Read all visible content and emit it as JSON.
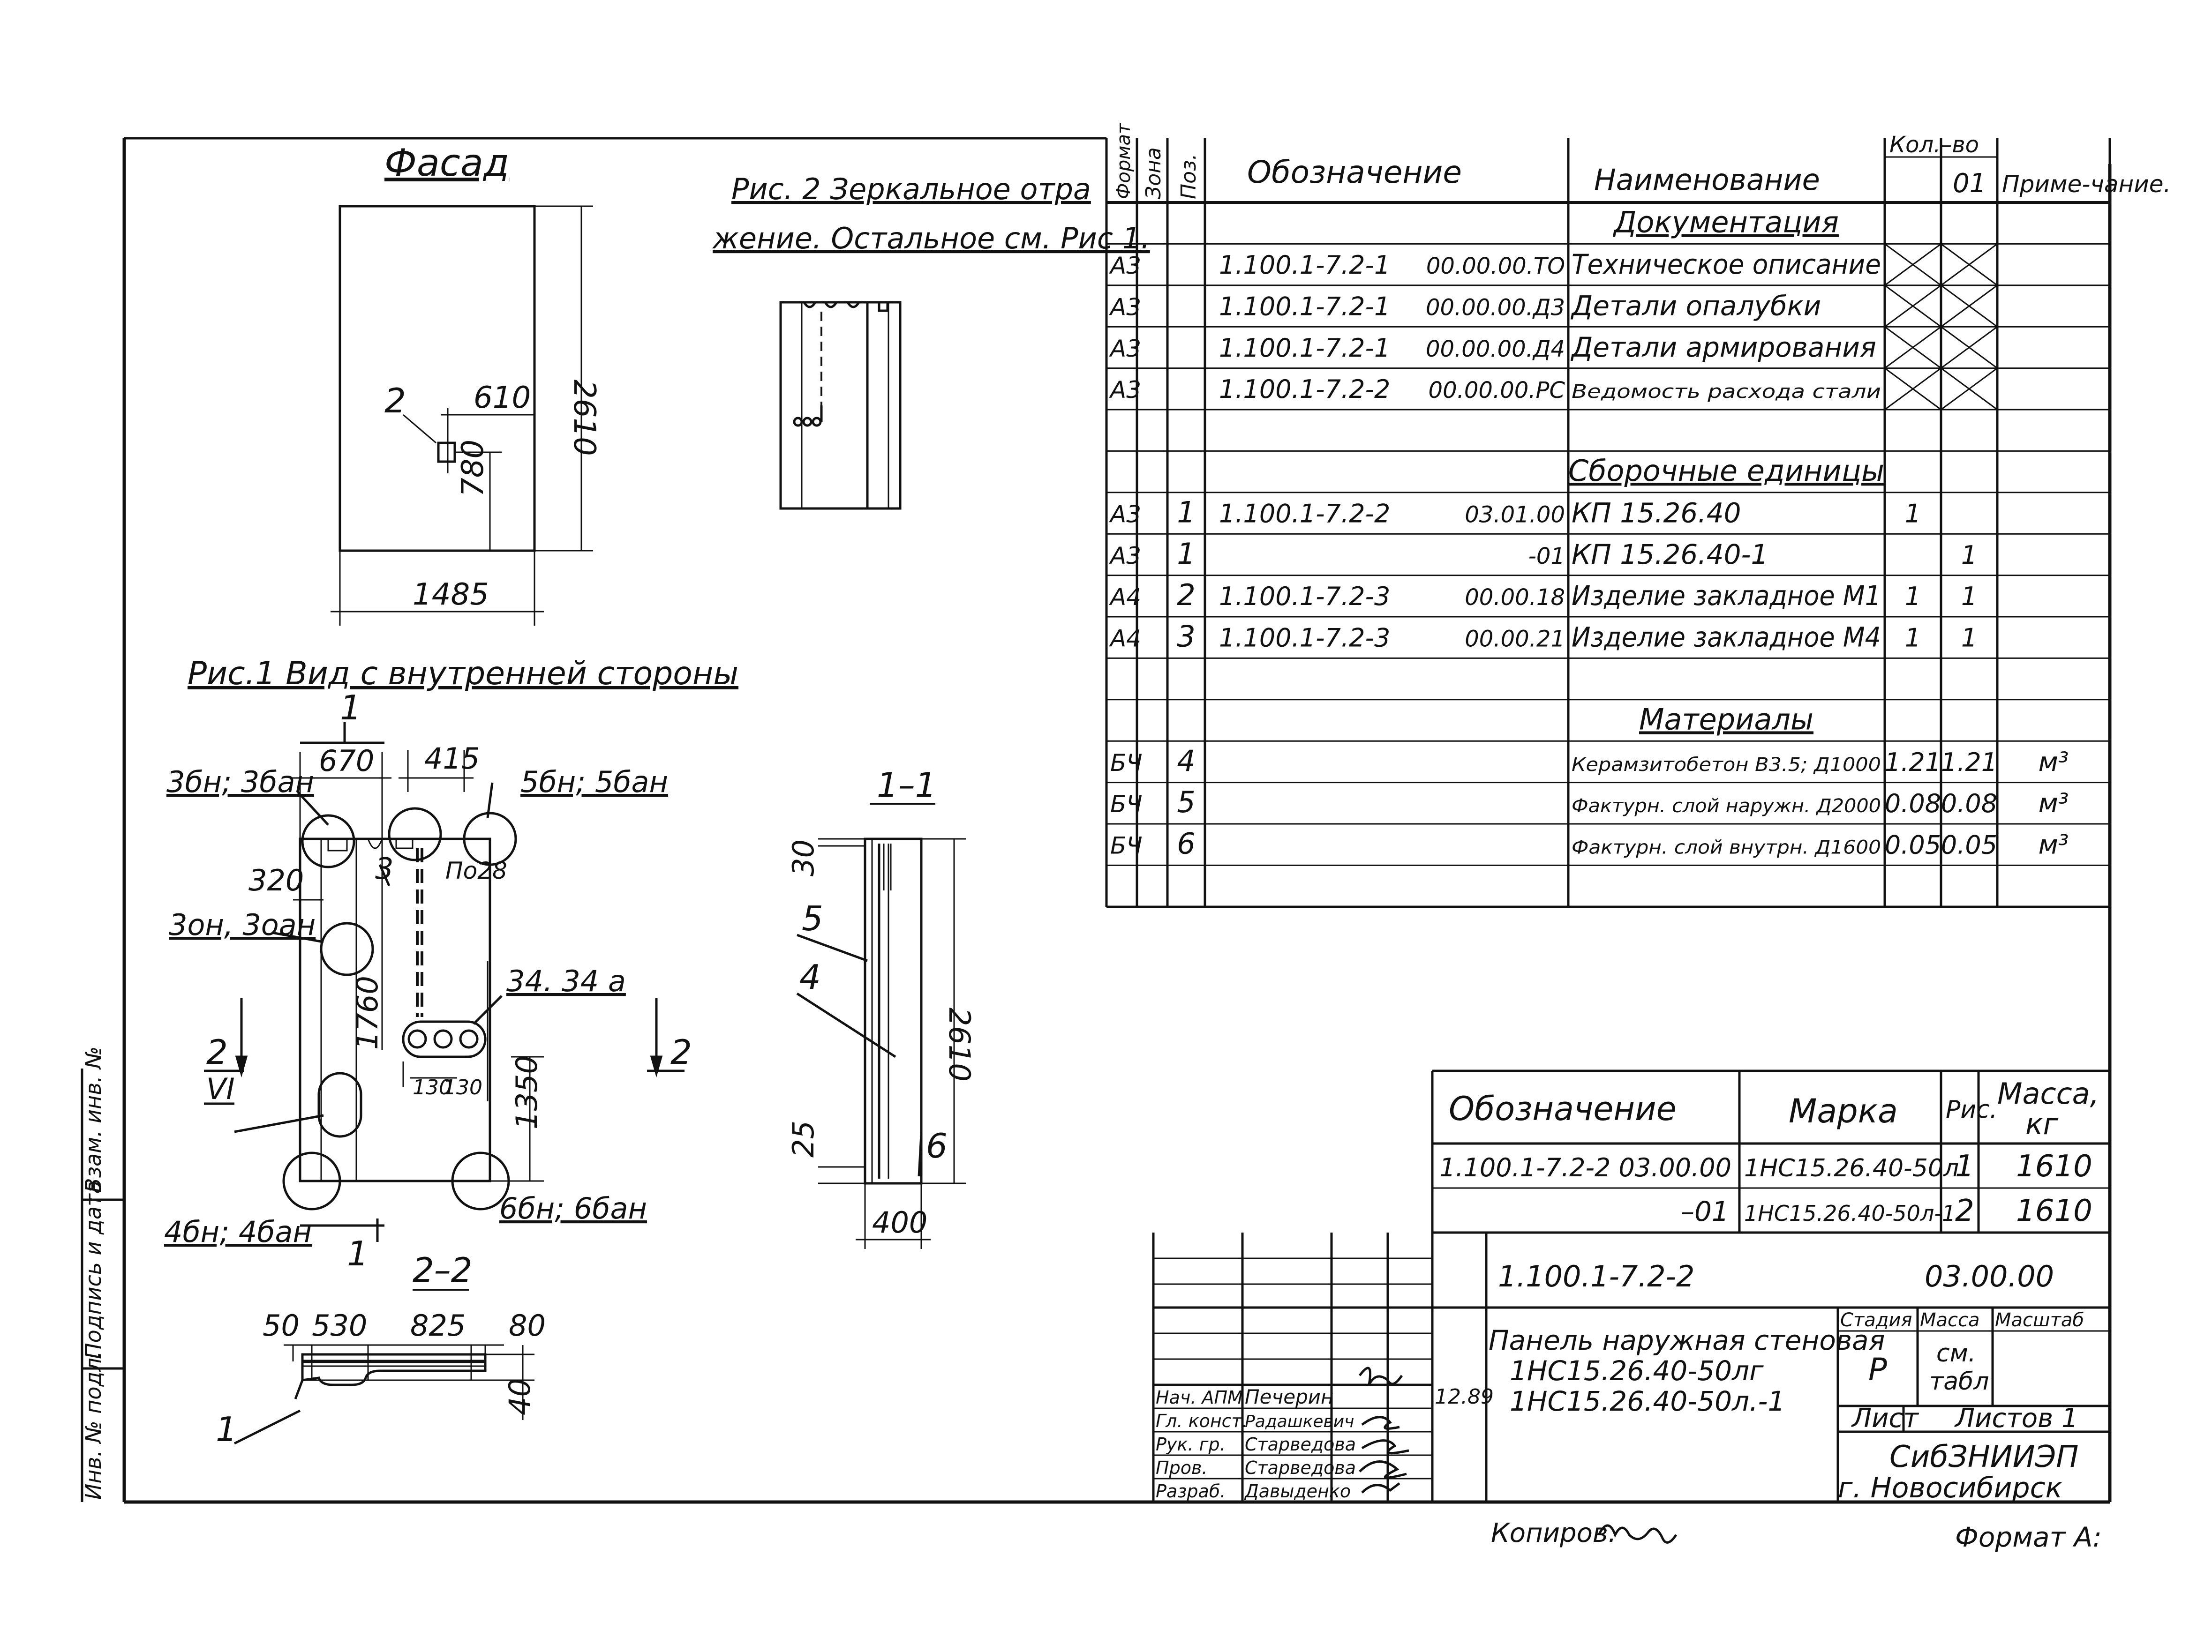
{
  "facade": {
    "title": "Фасад",
    "dim_width": "1485",
    "dim_height": "2610",
    "dim_610": "610",
    "dim_780": "780",
    "callout": "2"
  },
  "fig2": {
    "caption_1": "Рис. 2  Зеркальное отра",
    "caption_2": "жение. Остальное см. Рис 1."
  },
  "fig1": {
    "caption": "Рис.1  Вид с внутренней стороны",
    "section_mark": "1",
    "section_mark_bottom": "1",
    "dim_670": "670",
    "dim_415": "415",
    "dim_320": "320",
    "dim_1760": "1760",
    "dim_1350": "1350",
    "dim_130_1": "130",
    "dim_130_2": "130",
    "label_3bn": "3бн; 3бан",
    "label_5bn": "5бн; 5бан",
    "label_3": "3",
    "label_po28": "По28",
    "label_3on": "3он, 3оан",
    "label_34": "34. 34 а",
    "label_2_left": "2",
    "label_2_right": "2",
    "label_vi": "VI",
    "label_4bn": "4бн; 4бан",
    "label_6bn": "6бн; 6бан"
  },
  "sec11": {
    "title": "1–1",
    "dim_30": "30",
    "dim_2610": "2610",
    "dim_25": "25",
    "dim_400": "400",
    "label_5": "5",
    "label_4": "4",
    "label_6": "6"
  },
  "sec22": {
    "title": "2–2",
    "dim_50": "50",
    "dim_530": "530",
    "dim_825": "825",
    "dim_80": "80",
    "dim_40": "40",
    "label_1": "1"
  },
  "spec": {
    "headers": {
      "format": "Формат",
      "zone": "Зона",
      "pos": "Поз.",
      "designation": "Обозначение",
      "name": "Наименование",
      "qty": "Кол.–во",
      "qty_01": "01",
      "note": "Приме-чание."
    },
    "rows": [
      {
        "format": "",
        "pos": "",
        "code": "",
        "suffix": "",
        "name": "Документация",
        "qty": "",
        "qty01": "",
        "note": "",
        "kind": "section"
      },
      {
        "format": "А3",
        "pos": "",
        "code": "1.100.1-7.2-1",
        "suffix": "00.00.00.ТО",
        "name": "Техническое описание",
        "qty": "",
        "qty01": "",
        "note": "",
        "kind": "doc"
      },
      {
        "format": "А3",
        "pos": "",
        "code": "1.100.1-7.2-1",
        "suffix": "00.00.00.Д3",
        "name": "Детали опалубки",
        "qty": "",
        "qty01": "",
        "note": "",
        "kind": "doc"
      },
      {
        "format": "А3",
        "pos": "",
        "code": "1.100.1-7.2-1",
        "suffix": "00.00.00.Д4",
        "name": "Детали армирования",
        "qty": "",
        "qty01": "",
        "note": "",
        "kind": "doc"
      },
      {
        "format": "А3",
        "pos": "",
        "code": "1.100.1-7.2-2",
        "suffix": "00.00.00.РС",
        "name": "Ведомость расхода стали",
        "qty": "",
        "qty01": "",
        "note": "",
        "kind": "doc"
      },
      {
        "format": "",
        "pos": "",
        "code": "",
        "suffix": "",
        "name": "",
        "qty": "",
        "qty01": "",
        "note": "",
        "kind": "blank"
      },
      {
        "format": "",
        "pos": "",
        "code": "",
        "suffix": "",
        "name": "Сборочные единицы",
        "qty": "",
        "qty01": "",
        "note": "",
        "kind": "section"
      },
      {
        "format": "А3",
        "pos": "1",
        "code": "1.100.1-7.2-2",
        "suffix": "03.01.00",
        "name": "КП 15.26.40",
        "qty": "1",
        "qty01": "",
        "note": "",
        "kind": "item"
      },
      {
        "format": "А3",
        "pos": "1",
        "code": "",
        "suffix": "-01",
        "name": "КП 15.26.40-1",
        "qty": "",
        "qty01": "1",
        "note": "",
        "kind": "item"
      },
      {
        "format": "А4",
        "pos": "2",
        "code": "1.100.1-7.2-3",
        "suffix": "00.00.18",
        "name": "Изделие закладное М1",
        "qty": "1",
        "qty01": "1",
        "note": "",
        "kind": "item"
      },
      {
        "format": "А4",
        "pos": "3",
        "code": "1.100.1-7.2-3",
        "suffix": "00.00.21",
        "name": "Изделие закладное М4",
        "qty": "1",
        "qty01": "1",
        "note": "",
        "kind": "item"
      },
      {
        "format": "",
        "pos": "",
        "code": "",
        "suffix": "",
        "name": "",
        "qty": "",
        "qty01": "",
        "note": "",
        "kind": "blank"
      },
      {
        "format": "",
        "pos": "",
        "code": "",
        "suffix": "",
        "name": "Материалы",
        "qty": "",
        "qty01": "",
        "note": "",
        "kind": "section"
      },
      {
        "format": "БЧ",
        "pos": "4",
        "code": "",
        "suffix": "",
        "name": "Керамзитобетон В3.5; Д1000",
        "qty": "1.21",
        "qty01": "1.21",
        "note": "м³",
        "kind": "item"
      },
      {
        "format": "БЧ",
        "pos": "5",
        "code": "",
        "suffix": "",
        "name": "Фактурн. слой наружн. Д2000",
        "qty": "0.08",
        "qty01": "0.08",
        "note": "м³",
        "kind": "item"
      },
      {
        "format": "БЧ",
        "pos": "6",
        "code": "",
        "suffix": "",
        "name": "Фактурн. слой внутрн. Д1600",
        "qty": "0.05",
        "qty01": "0.05",
        "note": "м³",
        "kind": "item"
      },
      {
        "format": "",
        "pos": "",
        "code": "",
        "suffix": "",
        "name": "",
        "qty": "",
        "qty01": "",
        "note": "",
        "kind": "blank"
      }
    ]
  },
  "marks": {
    "headers": {
      "designation": "Обозначение",
      "mark": "Марка",
      "fig": "Рис.",
      "mass": "Масса,",
      "mass_unit": "кг"
    },
    "rows": [
      {
        "designation": "1.100.1-7.2-2  03.00.00",
        "mark": "1НС15.26.40-50л",
        "fig": "1",
        "mass": "1610"
      },
      {
        "designation": "–01",
        "mark": "1НС15.26.40-50л-1",
        "fig": "2",
        "mass": "1610"
      }
    ]
  },
  "titleblock": {
    "doc_code": "1.100.1-7.2-2",
    "doc_suffix": "03.00.00",
    "name_1": "Панель наружная стеновая",
    "name_2": "1НС15.26.40-50лг",
    "name_3": "1НС15.26.40-50л.-1",
    "stage_h": "Стадия",
    "mass_h": "Масса",
    "scale_h": "Масштаб",
    "stage": "Р",
    "mass_1": "см.",
    "mass_2": "табл",
    "sheet_h": "Лист",
    "sheets_h": "Листов 1",
    "org_1": "СибЗНИИЭП",
    "org_2": "г. Новосибирск",
    "date": "12.89",
    "signers": [
      {
        "role": "Нач. АПМ",
        "name": "Печерин"
      },
      {
        "role": "Гл. конст.",
        "name": "Радашкевич"
      },
      {
        "role": "Рук. гр.",
        "name": "Старведова"
      },
      {
        "role": "Пров.",
        "name": "Старведова"
      },
      {
        "role": "Разраб.",
        "name": "Давыденко"
      }
    ],
    "copied": "Копиров.",
    "format": "Формат А:"
  },
  "margin": {
    "label_1": "Инв. № подл.",
    "label_2": "Подпись и дата",
    "label_3": "Взам. инв. №"
  }
}
